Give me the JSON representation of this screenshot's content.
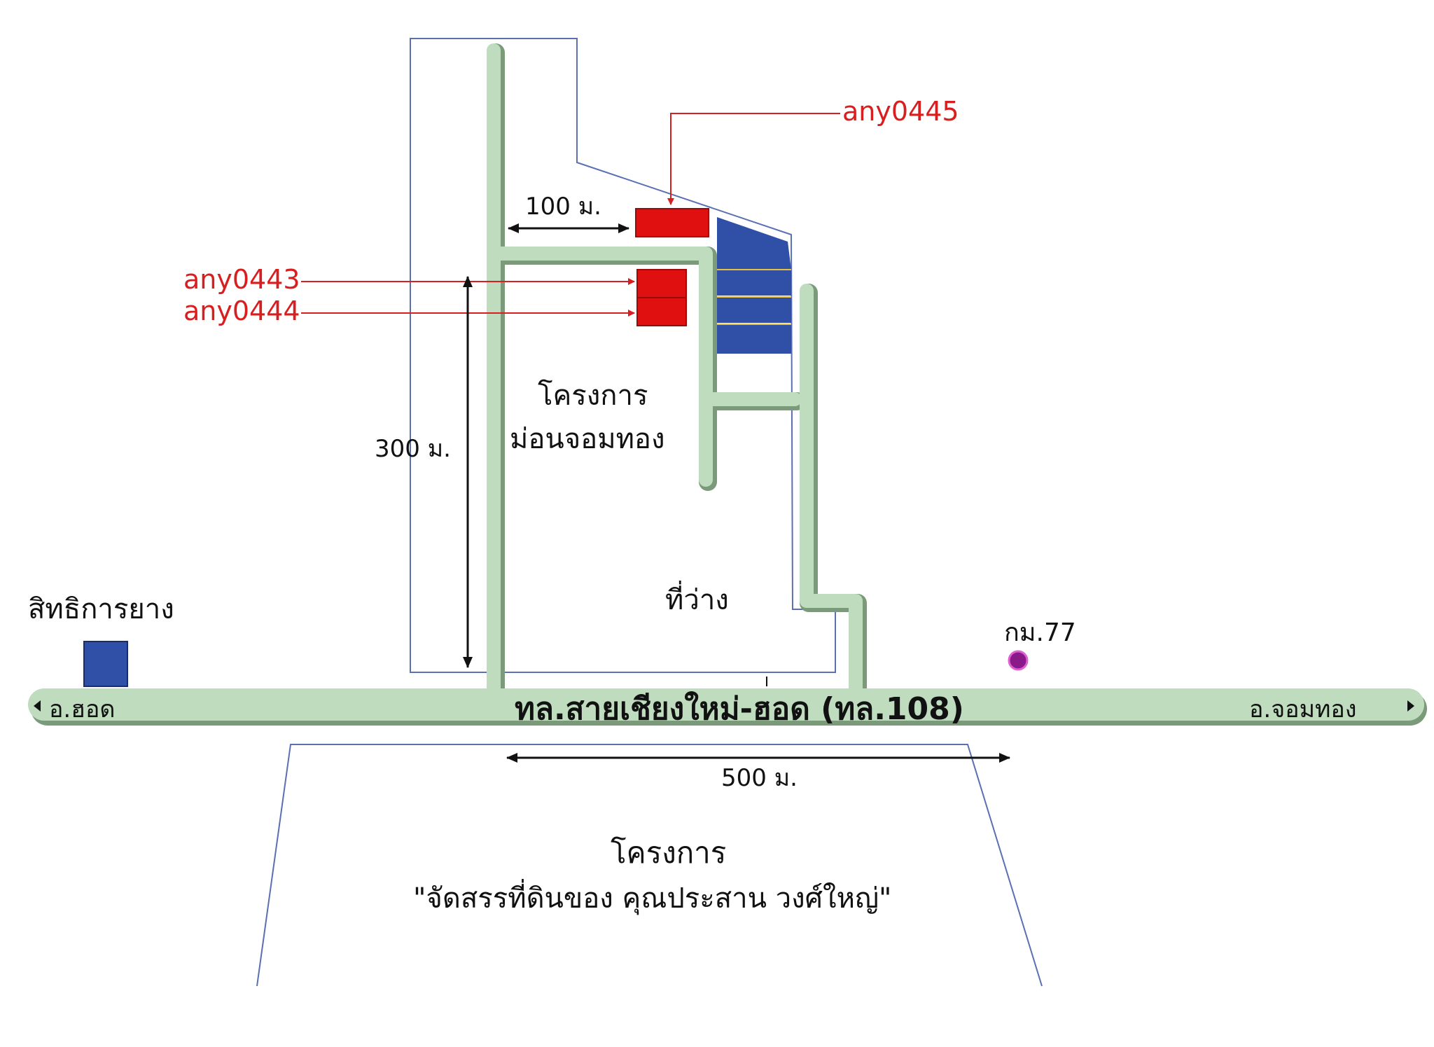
{
  "labels": {
    "plot_a": "any0445",
    "plot_b": "any0443",
    "plot_c": "any0444",
    "dist_100": "100 ม.",
    "dist_300": "300 ม.",
    "dist_500": "500 ม.",
    "project_line1": "โครงการ",
    "project_line2": "ม่อนจอมทอง",
    "vacant_land": "ที่ว่าง",
    "rubber_dealer": "สิทธิการยาง",
    "km_marker": "กม.77",
    "main_road": "ทล.สายเชียงใหม่-ฮอด (ทล.108)",
    "dir_left": "อ.ฮอด",
    "dir_right": "อ.จอมทอง",
    "south_line1": "โครงการ",
    "south_line2": "\"จัดสรรที่ดินของ คุณประสาน วงศ์ใหญ่\""
  },
  "colors": {
    "road": "#bfdcbf",
    "road_edge": "#7a9a7a",
    "boundary": "#5b6fb3",
    "plot_available": "#e01010",
    "plot_block": "#3050a8",
    "block_divider": "#e8c040",
    "callout": "#d81e1e",
    "km_marker": "#8a1a8a"
  }
}
